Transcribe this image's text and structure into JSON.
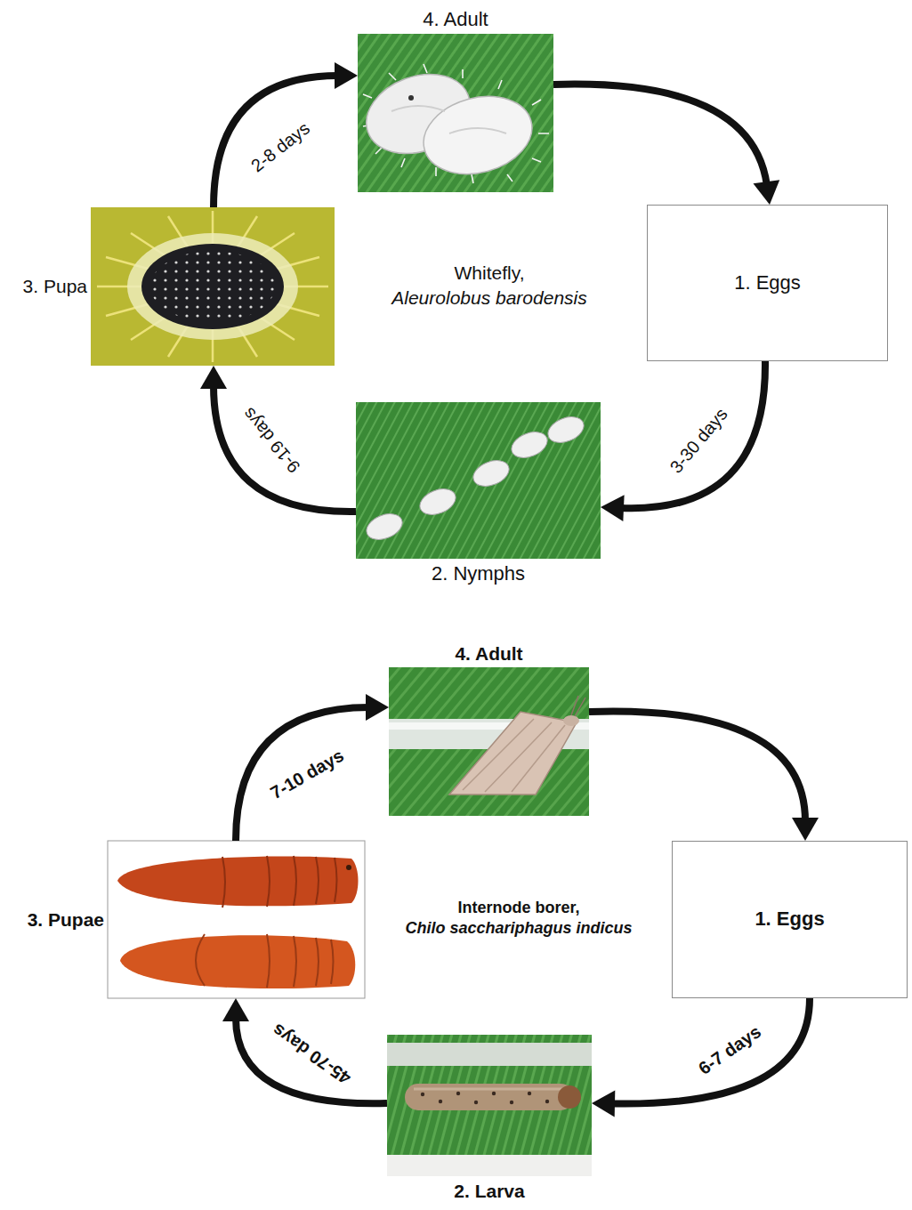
{
  "diagram": {
    "nodes": [
      {
        "text": [
          "4. Adult"
        ]
      },
      {
        "text": [
          "1. Eggs"
        ]
      },
      {
        "text": [
          "2. Nymphs"
        ]
      },
      {
        "text": [
          "3. Pupa"
        ]
      },
      {
        "text": [
          "4. Adult"
        ]
      },
      {
        "text": [
          "1. Eggs"
        ]
      },
      {
        "text": [
          "2. Larva"
        ]
      },
      {
        "text": [
          "3. Pupae"
        ]
      }
    ],
    "edges": [
      {
        "from": 0,
        "to": 1,
        "arrow": "to"
      },
      {
        "from": 1,
        "to": 2,
        "label": "3-30 days",
        "arrow": "to"
      },
      {
        "from": 2,
        "to": 3,
        "label": "9-19 days",
        "arrow": "to"
      },
      {
        "from": 3,
        "to": 0,
        "label": "2-8 days",
        "arrow": "to"
      },
      {
        "from": 4,
        "to": 5,
        "arrow": "to"
      },
      {
        "from": 5,
        "to": 6,
        "label": "6-7 days",
        "arrow": "to"
      },
      {
        "from": 6,
        "to": 7,
        "label": "45-70 days",
        "arrow": "to"
      },
      {
        "from": 7,
        "to": 4,
        "label": "7-10 days",
        "arrow": "to"
      }
    ],
    "labels": [
      "Whitefly,",
      "Aleurolobus barodensis",
      "Internode borer,",
      "Chilo sacchariphagus indicus"
    ]
  }
}
